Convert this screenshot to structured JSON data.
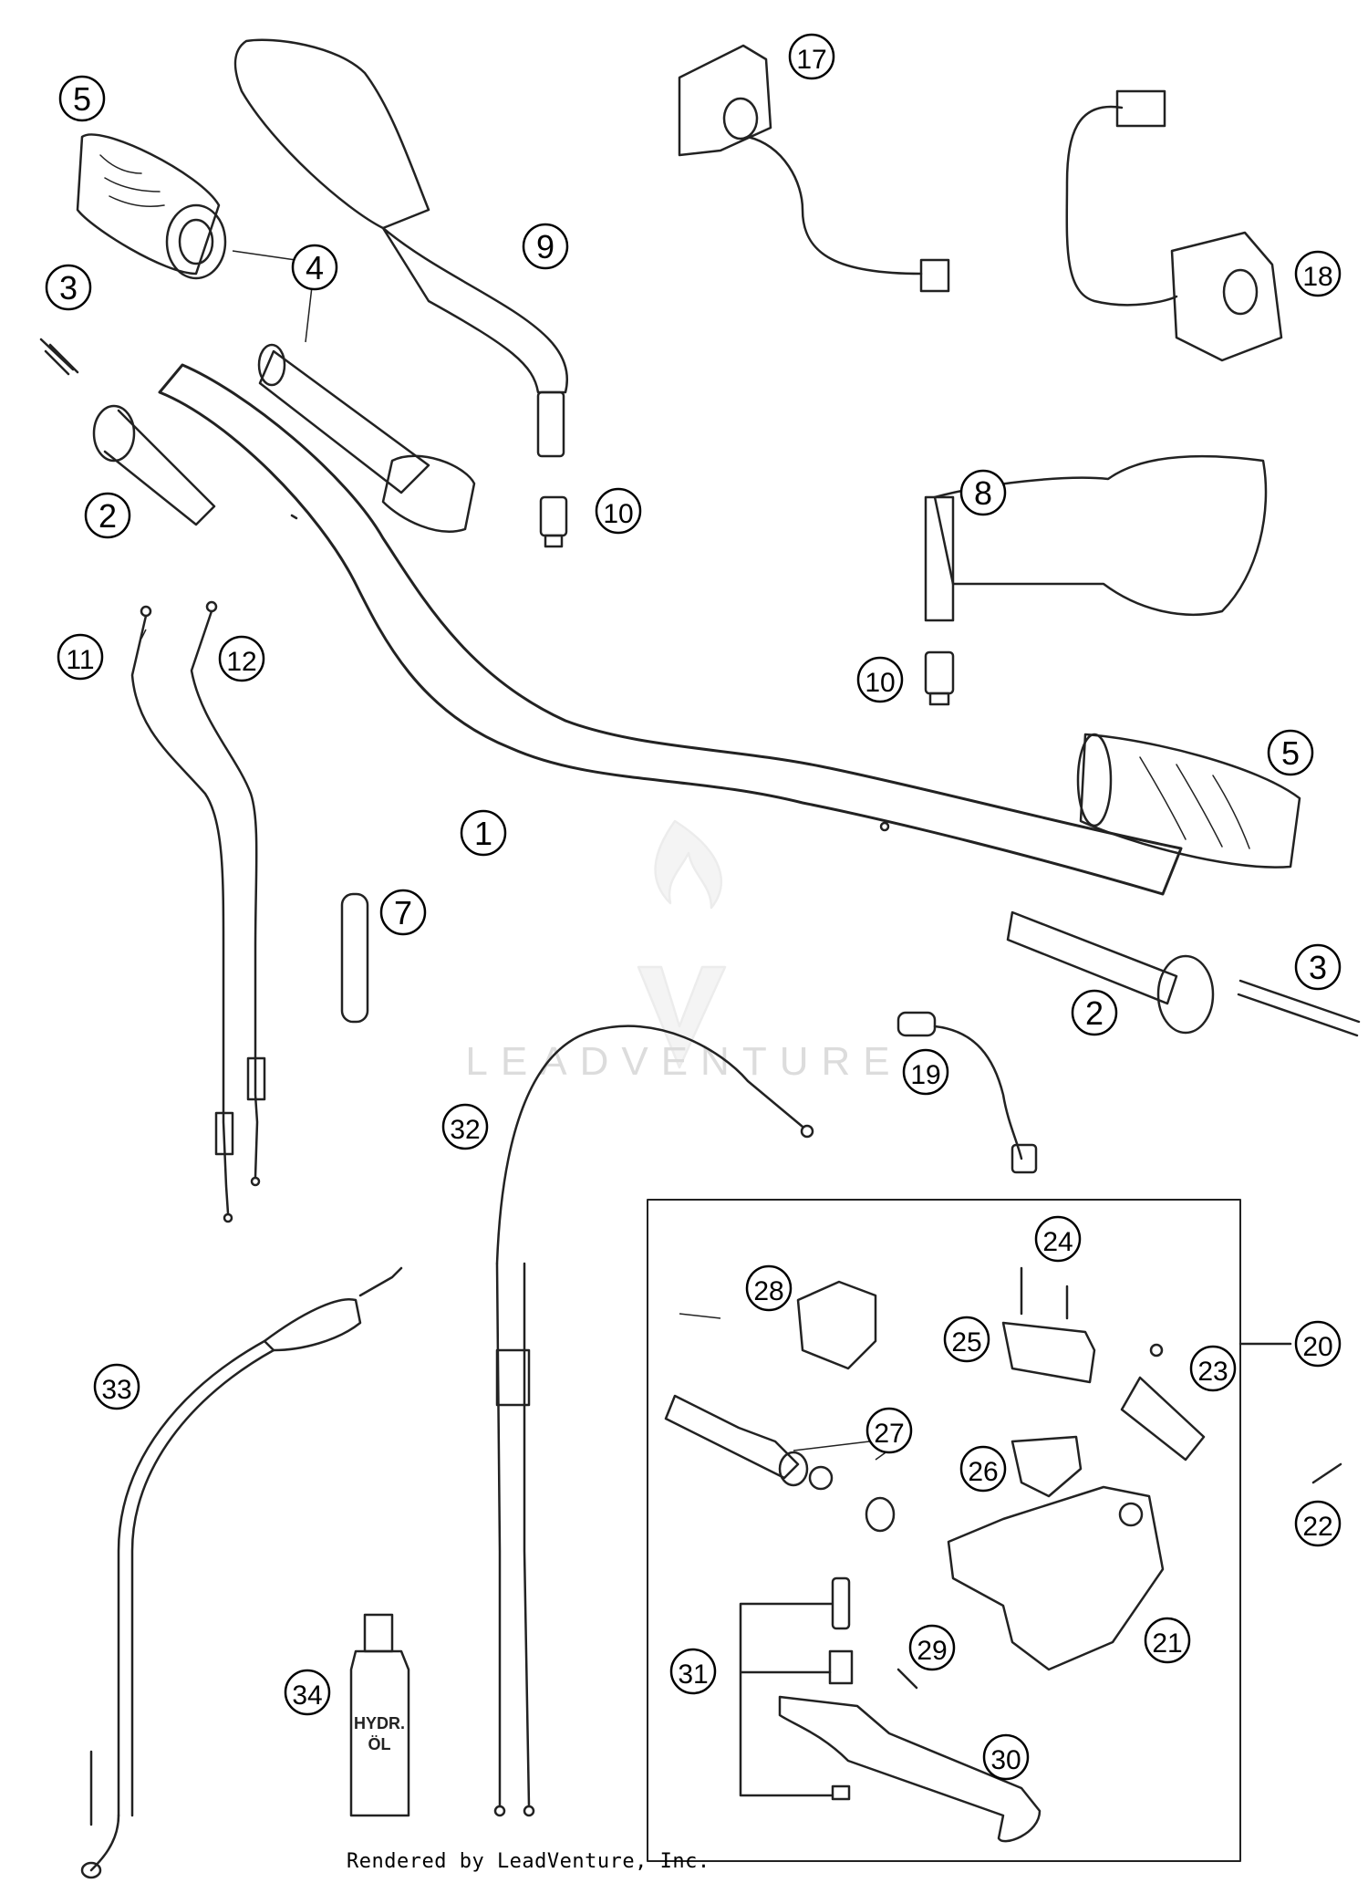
{
  "diagram": {
    "callouts": [
      {
        "id": "c5a",
        "label": "5"
      },
      {
        "id": "c17",
        "label": "17"
      },
      {
        "id": "c4",
        "label": "4"
      },
      {
        "id": "c9",
        "label": "9"
      },
      {
        "id": "c18",
        "label": "18"
      },
      {
        "id": "c3a",
        "label": "3"
      },
      {
        "id": "c2a",
        "label": "2"
      },
      {
        "id": "c10a",
        "label": "10"
      },
      {
        "id": "c8",
        "label": "8"
      },
      {
        "id": "c11",
        "label": "11"
      },
      {
        "id": "c12",
        "label": "12"
      },
      {
        "id": "c10b",
        "label": "10"
      },
      {
        "id": "c5b",
        "label": "5"
      },
      {
        "id": "c1",
        "label": "1"
      },
      {
        "id": "c7",
        "label": "7"
      },
      {
        "id": "c3b",
        "label": "3"
      },
      {
        "id": "c2b",
        "label": "2"
      },
      {
        "id": "c19",
        "label": "19"
      },
      {
        "id": "c32",
        "label": "32"
      },
      {
        "id": "c24",
        "label": "24"
      },
      {
        "id": "c28",
        "label": "28"
      },
      {
        "id": "c25",
        "label": "25"
      },
      {
        "id": "c20",
        "label": "20"
      },
      {
        "id": "c23",
        "label": "23"
      },
      {
        "id": "c33",
        "label": "33"
      },
      {
        "id": "c27",
        "label": "27"
      },
      {
        "id": "c26",
        "label": "26"
      },
      {
        "id": "c22",
        "label": "22"
      },
      {
        "id": "c21",
        "label": "21"
      },
      {
        "id": "c31",
        "label": "31"
      },
      {
        "id": "c29",
        "label": "29"
      },
      {
        "id": "c34",
        "label": "34"
      },
      {
        "id": "c30",
        "label": "30"
      }
    ],
    "watermark": "LEADVENTURE",
    "bottle_label_line1": "HYDR.",
    "bottle_label_line2": "ÖL"
  },
  "footer": "Rendered by LeadVenture, Inc."
}
